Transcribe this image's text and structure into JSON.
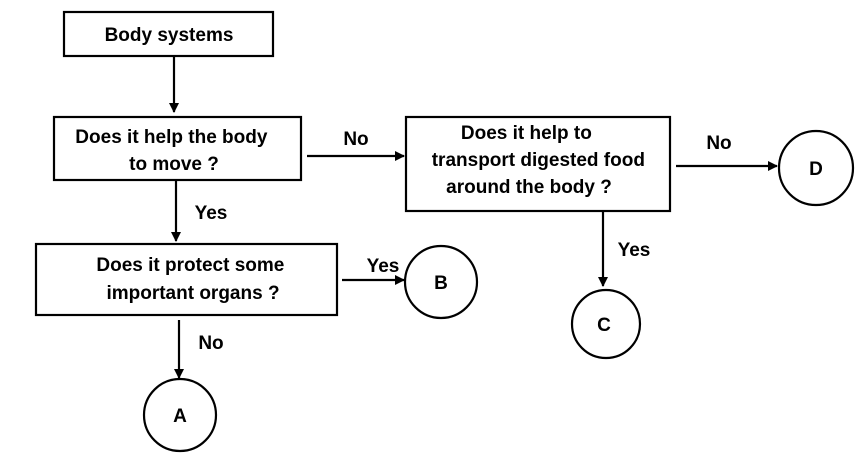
{
  "nodes": {
    "start": {
      "lines": [
        "Body systems"
      ]
    },
    "q1": {
      "lines": [
        "Does it help the body",
        "to move ?"
      ]
    },
    "q2": {
      "lines": [
        "Does it protect some",
        "important organs ?"
      ]
    },
    "q3": {
      "lines": [
        "Does it help to",
        "transport digested food",
        "around the body ?"
      ]
    },
    "a": {
      "label": "A"
    },
    "b": {
      "label": "B"
    },
    "c": {
      "label": "C"
    },
    "d": {
      "label": "D"
    }
  },
  "edges": {
    "q1_yes": "Yes",
    "q1_no": "No",
    "q2_yes": "Yes",
    "q2_no": "No",
    "q3_yes": "Yes",
    "q3_no": "No"
  },
  "colors": {
    "stroke": "#000000",
    "background": "#ffffff"
  }
}
